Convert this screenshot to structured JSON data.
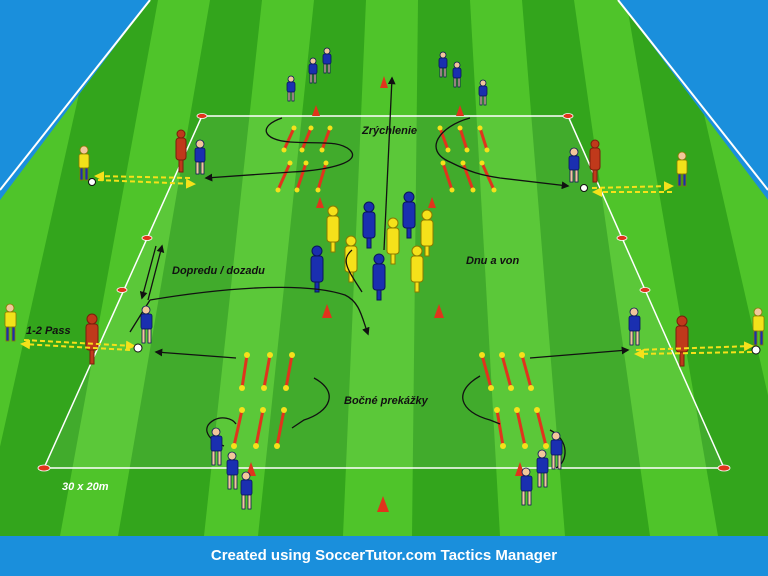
{
  "labels": {
    "acceleration": "Zrýchlenie",
    "forward_back": "Dopredu / dozadu",
    "in_out": "Dnu a von",
    "one_two_pass": "1-2 Pass",
    "side_obstacles": "Bočné prekážky",
    "area_size": "30 x 20m"
  },
  "footer": {
    "credit": "Created using SoccerTutor.com Tactics Manager"
  },
  "colors": {
    "pitch_light": "#4fc42a",
    "pitch_dark": "#33a51c",
    "blue_team": "#1a2fb0",
    "yellow_team": "#f2e21a",
    "mannequin_red": "#c0391b",
    "footer_bg": "#1a8fdc"
  }
}
